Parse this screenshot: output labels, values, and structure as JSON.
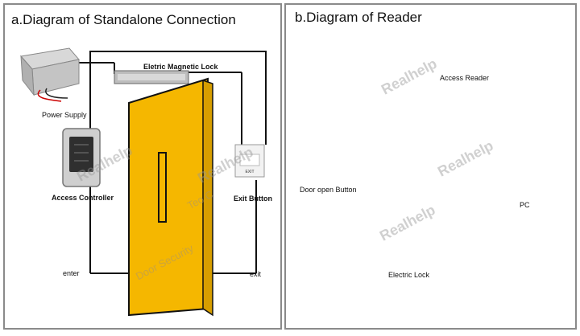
{
  "panel_a": {
    "title": "a.Diagram of Standalone Connection",
    "labels": {
      "power_supply": "Power Supply",
      "magnetic_lock": "Eletric Magnetic Lock",
      "access_controller": "Access Controller",
      "exit_button": "Exit Button",
      "enter": "enter",
      "exit": "exit"
    },
    "watermarks": [
      "Realhelp",
      "Realhelp",
      "Teo C",
      "Door Security"
    ]
  },
  "panel_b": {
    "title": "b.Diagram of Reader",
    "labels": {
      "access_reader": "Access Reader",
      "door_open_button": "Door open Button",
      "pc": "PC",
      "electric_lock": "Electric Lock"
    },
    "watermarks": [
      "Realhelp",
      "Realhelp",
      "Realhelp"
    ]
  },
  "colors": {
    "door": "#f5b700",
    "door_edge": "#b07a00",
    "wire": "#111111",
    "board": "#1c8fb0",
    "board_green": "#2e9a4a"
  }
}
